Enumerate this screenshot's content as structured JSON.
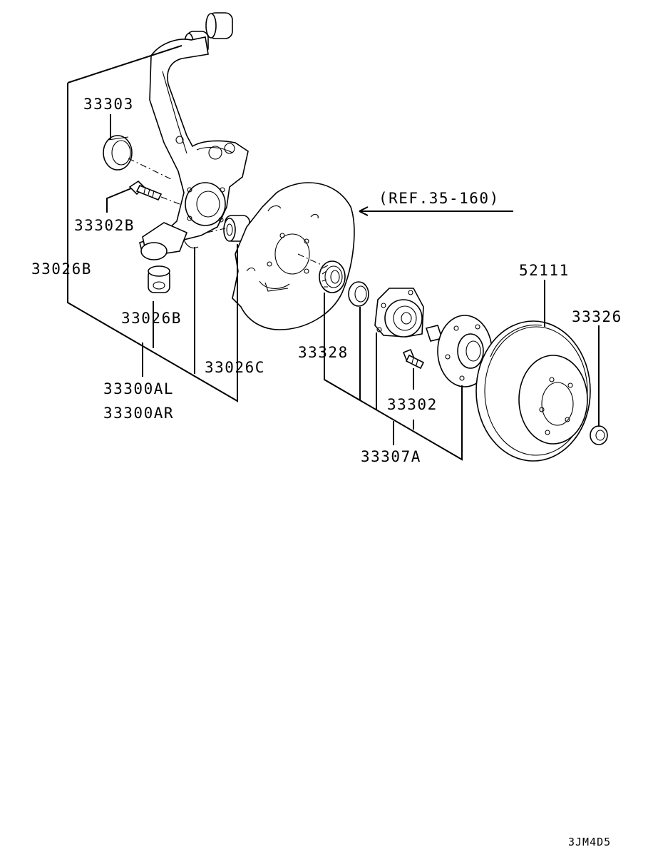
{
  "labels": {
    "p33303": "33303",
    "p33302B": "33302B",
    "p33026B_left": "33026B",
    "p33026B_lower": "33026B",
    "p33026C": "33026C",
    "p33300AL": "33300AL",
    "p33300AR": "33300AR",
    "ref": "(REF.35-160)",
    "p52111": "52111",
    "p33326": "33326",
    "p33328": "33328",
    "p33302": "33302",
    "p33307A": "33307A",
    "code": "3JM4D5"
  }
}
